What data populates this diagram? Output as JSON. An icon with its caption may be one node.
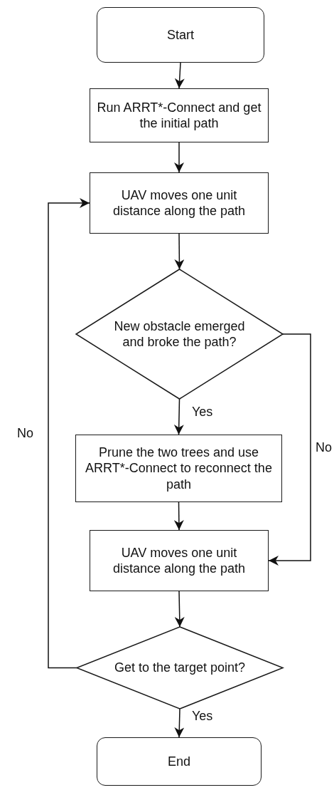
{
  "diagram": {
    "nodes": [
      {
        "text": [
          "Start"
        ]
      },
      {
        "text": [
          "Run ARRT*-Connect and get the initial path"
        ]
      },
      {
        "text": [
          "UAV moves one unit distance along the path"
        ]
      },
      {
        "text": [
          "New obstacle emerged and broke the path?"
        ]
      },
      {
        "text": [
          "Prune the two trees and use ARRT*-Connect to reconnect the path"
        ]
      },
      {
        "text": [
          "UAV moves one unit distance along the path"
        ]
      },
      {
        "text": [
          "Get to the target point?"
        ]
      },
      {
        "text": [
          "End"
        ]
      }
    ],
    "edges": [
      {
        "from": 0,
        "to": 1,
        "arrow": "to"
      },
      {
        "from": 1,
        "to": 2,
        "arrow": "to"
      },
      {
        "from": 2,
        "to": 3,
        "arrow": "to"
      },
      {
        "from": 3,
        "to": 4,
        "arrow": "to",
        "label": "Yes"
      },
      {
        "from": 4,
        "to": 5,
        "arrow": "to"
      },
      {
        "from": 3,
        "to": 5,
        "arrow": "to",
        "label": "No"
      },
      {
        "from": 5,
        "to": 6,
        "arrow": "to"
      },
      {
        "from": 6,
        "to": 2,
        "arrow": "to",
        "label": "No"
      },
      {
        "from": 6,
        "to": 7,
        "arrow": "to",
        "label": "Yes"
      }
    ]
  }
}
